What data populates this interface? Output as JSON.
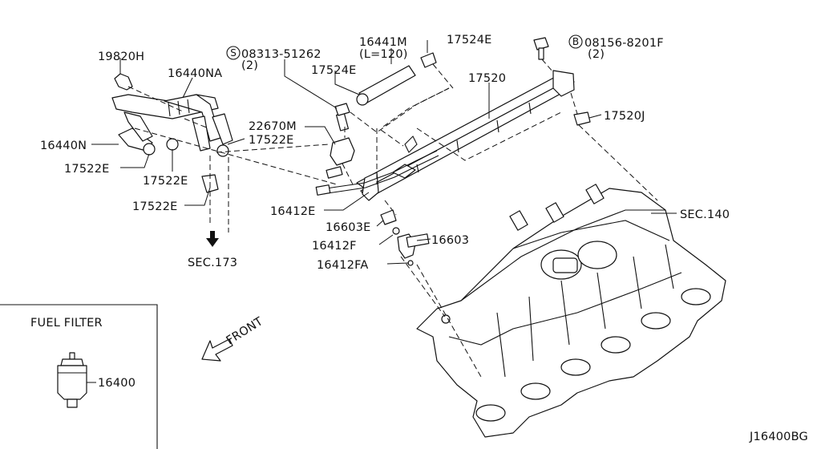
{
  "diagram_id": "J16400BG",
  "callouts": {
    "p19820H": "19820H",
    "p16440NA": "16440NA",
    "p16440N": "16440N",
    "p17522E_a": "17522E",
    "p17522E_b": "17522E",
    "p17522E_c": "17522E",
    "p17522E_d": "17522E",
    "bolt_s_symbol": "S",
    "bolt_s_number": "08313-51262",
    "bolt_s_qty": "(2)",
    "p16441M": "16441M",
    "p16441M_len": "(L=120)",
    "p17524E_a": "17524E",
    "p17524E_b": "17524E",
    "bolt_b_symbol": "B",
    "bolt_b_number": "08156-8201F",
    "bolt_b_qty": "(2)",
    "p17520": "17520",
    "p17520J": "17520J",
    "p22670M": "22670M",
    "p16412E": "16412E",
    "p16603E": "16603E",
    "p16412F": "16412F",
    "p16603": "16603",
    "p16412FA": "16412FA",
    "sec140": "SEC.140",
    "sec173": "SEC.173",
    "front": "FRONT"
  },
  "inset": {
    "title": "FUEL FILTER",
    "part": "16400"
  }
}
